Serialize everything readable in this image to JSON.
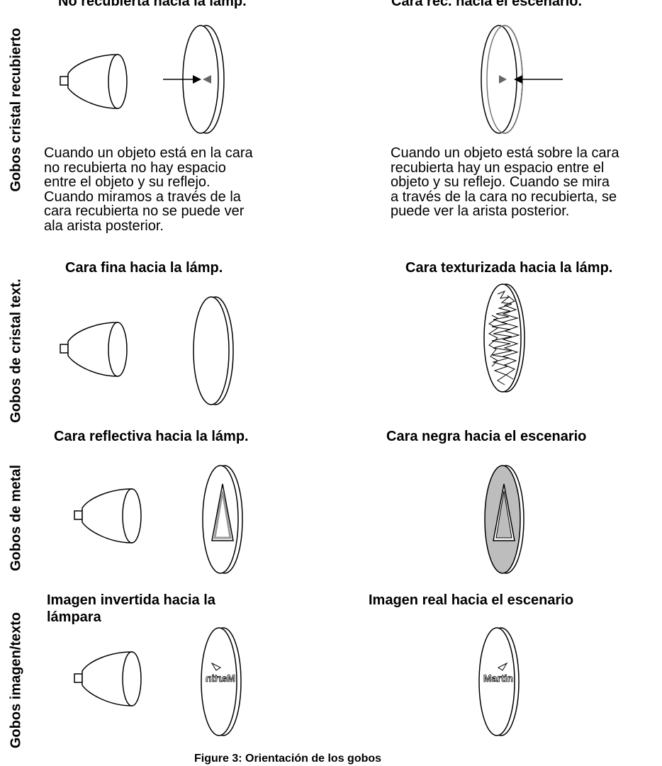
{
  "side_labels": {
    "coated": "Gobos cristal recubierto",
    "textured": "Gobos de cristal text.",
    "metal": "Gobos de metal",
    "image": "Gobos imagen/texto"
  },
  "coated": {
    "left_title": "No recubierta hacia la lámp.",
    "right_title": "Cara rec. hacia el escenario.",
    "left_text": "Cuando un objeto está en la cara\nno recubierta no hay espacio\nentre el objeto y su reflejo.\nCuando miramos a través de la\ncara recubierta no se puede ver\nala arista posterior.",
    "right_text": "Cuando un objeto está sobre la cara\nrecubierta hay un espacio entre el\nobjeto y su reflejo. Cuando se mira\na través de la cara no recubierta, se\npuede ver la arista posterior."
  },
  "textured": {
    "left_title": "Cara fina hacia la lámp.",
    "right_title": "Cara texturizada hacia la lámp."
  },
  "metal": {
    "left_title": "Cara reflectiva hacia la lámp.",
    "right_title": "Cara negra hacia el escenario"
  },
  "image": {
    "left_title": "Imagen invertida hacia la\nlámpara",
    "right_title": "Imagen real hacia el escenario",
    "logo_text": "Martin"
  },
  "caption": "Figure 3: Orientación de los gobos",
  "colors": {
    "line": "#000000",
    "metal_gray": "#bdbdbd",
    "reflective_gray": "#9a9a9a",
    "arrow_gray": "#666666"
  }
}
